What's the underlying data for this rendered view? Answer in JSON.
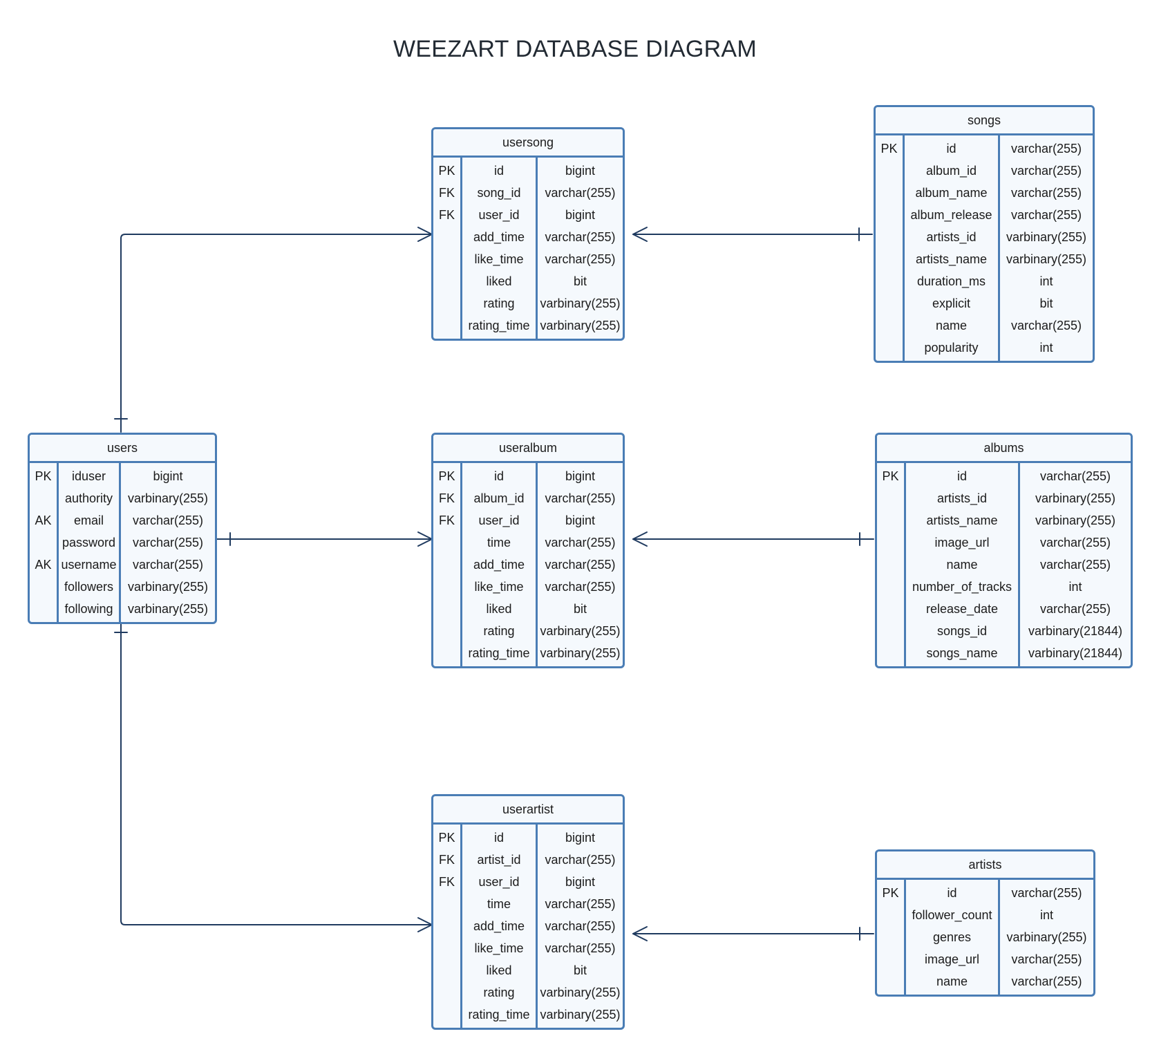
{
  "title": "WEEZART DATABASE DIAGRAM",
  "colors": {
    "border": "#4a7db5",
    "fill": "#f5f9fd",
    "connector": "#1f3a5f"
  },
  "entities": {
    "usersong": {
      "name": "usersong",
      "rows": [
        {
          "key": "PK",
          "field": "id",
          "type": "bigint"
        },
        {
          "key": "FK",
          "field": "song_id",
          "type": "varchar(255)"
        },
        {
          "key": "FK",
          "field": "user_id",
          "type": "bigint"
        },
        {
          "key": "",
          "field": "add_time",
          "type": "varchar(255)"
        },
        {
          "key": "",
          "field": "like_time",
          "type": "varchar(255)"
        },
        {
          "key": "",
          "field": "liked",
          "type": "bit"
        },
        {
          "key": "",
          "field": "rating",
          "type": "varbinary(255)"
        },
        {
          "key": "",
          "field": "rating_time",
          "type": "varbinary(255)"
        }
      ]
    },
    "songs": {
      "name": "songs",
      "rows": [
        {
          "key": "PK",
          "field": "id",
          "type": "varchar(255)"
        },
        {
          "key": "",
          "field": "album_id",
          "type": "varchar(255)"
        },
        {
          "key": "",
          "field": "album_name",
          "type": "varchar(255)"
        },
        {
          "key": "",
          "field": "album_release",
          "type": "varchar(255)"
        },
        {
          "key": "",
          "field": "artists_id",
          "type": "varbinary(255)"
        },
        {
          "key": "",
          "field": "artists_name",
          "type": "varbinary(255)"
        },
        {
          "key": "",
          "field": "duration_ms",
          "type": "int"
        },
        {
          "key": "",
          "field": "explicit",
          "type": "bit"
        },
        {
          "key": "",
          "field": "name",
          "type": "varchar(255)"
        },
        {
          "key": "",
          "field": "popularity",
          "type": "int"
        }
      ]
    },
    "users": {
      "name": "users",
      "rows": [
        {
          "key": "PK",
          "field": "iduser",
          "type": "bigint"
        },
        {
          "key": "",
          "field": "authority",
          "type": "varbinary(255)"
        },
        {
          "key": "AK",
          "field": "email",
          "type": "varchar(255)"
        },
        {
          "key": "",
          "field": "password",
          "type": "varchar(255)"
        },
        {
          "key": "AK",
          "field": "username",
          "type": "varchar(255)"
        },
        {
          "key": "",
          "field": "followers",
          "type": "varbinary(255)"
        },
        {
          "key": "",
          "field": "following",
          "type": "varbinary(255)"
        }
      ]
    },
    "useralbum": {
      "name": "useralbum",
      "rows": [
        {
          "key": "PK",
          "field": "id",
          "type": "bigint"
        },
        {
          "key": "FK",
          "field": "album_id",
          "type": "varchar(255)"
        },
        {
          "key": "FK",
          "field": "user_id",
          "type": "bigint"
        },
        {
          "key": "",
          "field": "time",
          "type": "varchar(255)"
        },
        {
          "key": "",
          "field": "add_time",
          "type": "varchar(255)"
        },
        {
          "key": "",
          "field": "like_time",
          "type": "varchar(255)"
        },
        {
          "key": "",
          "field": "liked",
          "type": "bit"
        },
        {
          "key": "",
          "field": "rating",
          "type": "varbinary(255)"
        },
        {
          "key": "",
          "field": "rating_time",
          "type": "varbinary(255)"
        }
      ]
    },
    "albums": {
      "name": "albums",
      "rows": [
        {
          "key": "PK",
          "field": "id",
          "type": "varchar(255)"
        },
        {
          "key": "",
          "field": "artists_id",
          "type": "varbinary(255)"
        },
        {
          "key": "",
          "field": "artists_name",
          "type": "varbinary(255)"
        },
        {
          "key": "",
          "field": "image_url",
          "type": "varchar(255)"
        },
        {
          "key": "",
          "field": "name",
          "type": "varchar(255)"
        },
        {
          "key": "",
          "field": "number_of_tracks",
          "type": "int"
        },
        {
          "key": "",
          "field": "release_date",
          "type": "varchar(255)"
        },
        {
          "key": "",
          "field": "songs_id",
          "type": "varbinary(21844)"
        },
        {
          "key": "",
          "field": "songs_name",
          "type": "varbinary(21844)"
        }
      ]
    },
    "userartist": {
      "name": "userartist",
      "rows": [
        {
          "key": "PK",
          "field": "id",
          "type": "bigint"
        },
        {
          "key": "FK",
          "field": "artist_id",
          "type": "varchar(255)"
        },
        {
          "key": "FK",
          "field": "user_id",
          "type": "bigint"
        },
        {
          "key": "",
          "field": "time",
          "type": "varchar(255)"
        },
        {
          "key": "",
          "field": "add_time",
          "type": "varchar(255)"
        },
        {
          "key": "",
          "field": "like_time",
          "type": "varchar(255)"
        },
        {
          "key": "",
          "field": "liked",
          "type": "bit"
        },
        {
          "key": "",
          "field": "rating",
          "type": "varbinary(255)"
        },
        {
          "key": "",
          "field": "rating_time",
          "type": "varbinary(255)"
        }
      ]
    },
    "artists": {
      "name": "artists",
      "rows": [
        {
          "key": "PK",
          "field": "id",
          "type": "varchar(255)"
        },
        {
          "key": "",
          "field": "follower_count",
          "type": "int"
        },
        {
          "key": "",
          "field": "genres",
          "type": "varbinary(255)"
        },
        {
          "key": "",
          "field": "image_url",
          "type": "varchar(255)"
        },
        {
          "key": "",
          "field": "name",
          "type": "varchar(255)"
        }
      ]
    }
  },
  "relationships": [
    {
      "from": "users",
      "to": "usersong",
      "from_cardinality": "one",
      "to_cardinality": "many"
    },
    {
      "from": "songs",
      "to": "usersong",
      "from_cardinality": "one",
      "to_cardinality": "many"
    },
    {
      "from": "users",
      "to": "useralbum",
      "from_cardinality": "one",
      "to_cardinality": "many"
    },
    {
      "from": "albums",
      "to": "useralbum",
      "from_cardinality": "one",
      "to_cardinality": "many"
    },
    {
      "from": "users",
      "to": "userartist",
      "from_cardinality": "one",
      "to_cardinality": "many"
    },
    {
      "from": "artists",
      "to": "userartist",
      "from_cardinality": "one",
      "to_cardinality": "many"
    }
  ]
}
